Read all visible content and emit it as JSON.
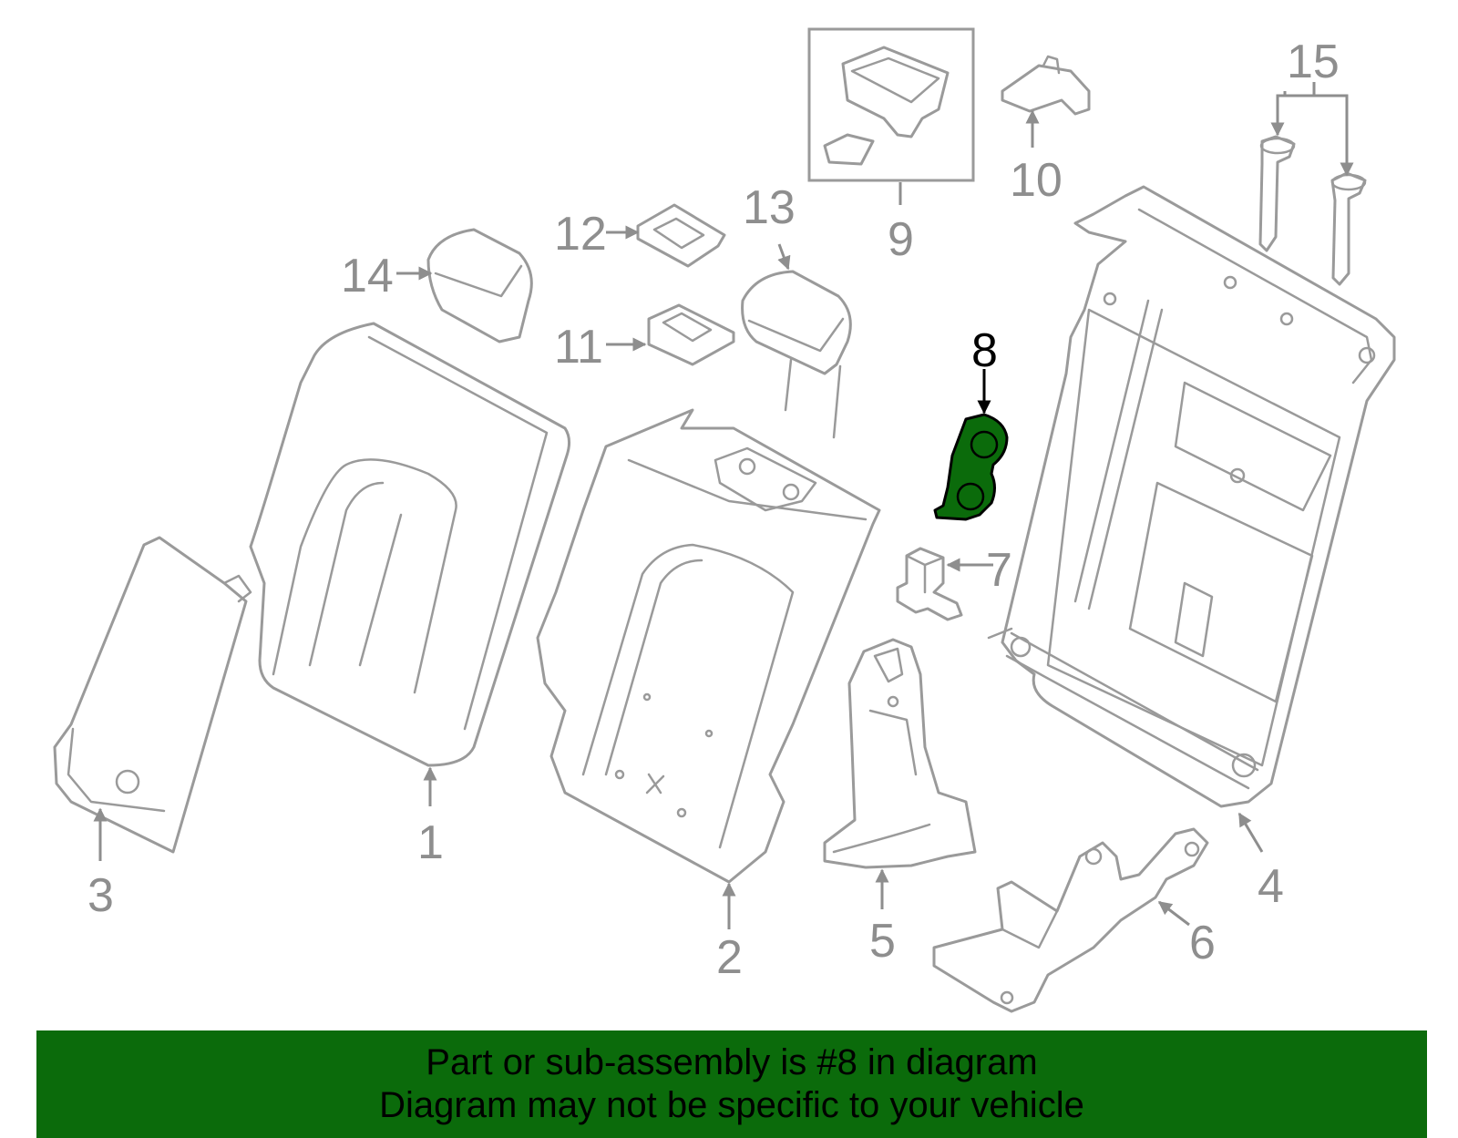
{
  "diagram": {
    "callouts": {
      "c1": "1",
      "c2": "2",
      "c3": "3",
      "c4": "4",
      "c5": "5",
      "c6": "6",
      "c7": "7",
      "c8": "8",
      "c9": "9",
      "c10": "10",
      "c11": "11",
      "c12": "12",
      "c13": "13",
      "c14": "14",
      "c15": "15"
    },
    "highlighted_part": "8",
    "colors": {
      "highlight_fill": "#0b6b0b",
      "line_gray": "#9a9a9a",
      "banner": "#0b6b0b"
    }
  },
  "banner": {
    "line1": "Part or sub-assembly is #8 in diagram",
    "line2": "Diagram may not be specific to your vehicle"
  }
}
